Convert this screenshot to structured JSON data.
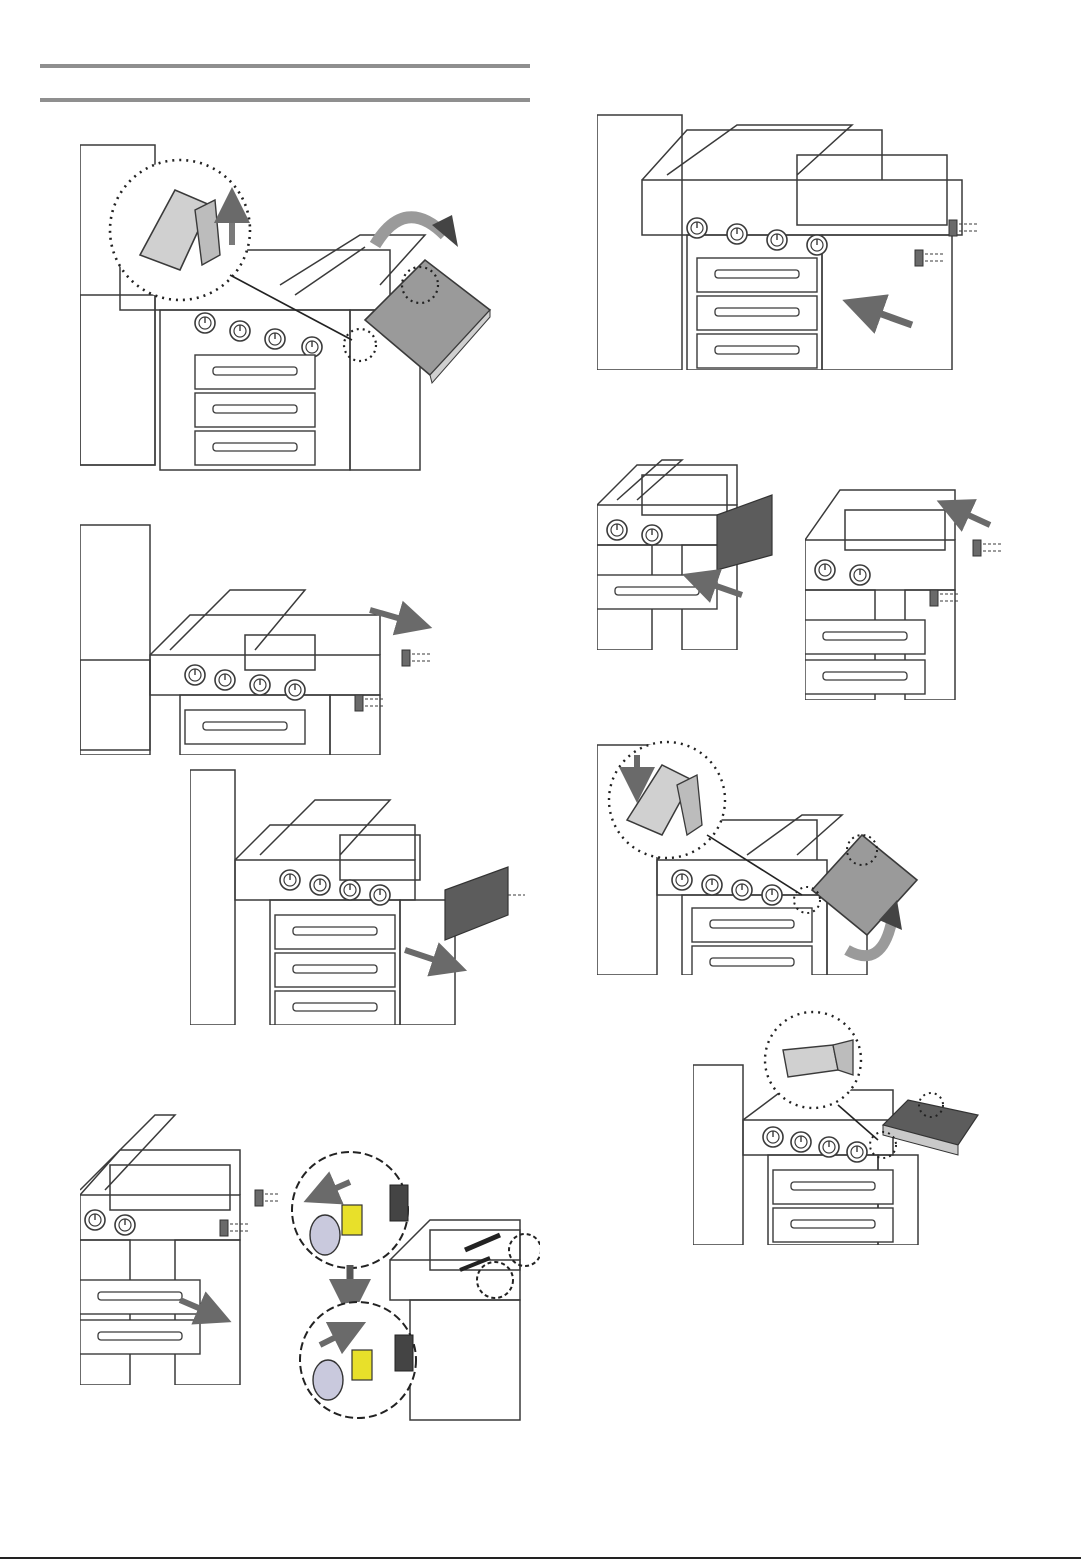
{
  "page": {
    "title": "",
    "header_rules": 2,
    "illustration_style": "line-art",
    "colors": {
      "line": "#3a3a3a",
      "panel_grey": "#9a9a9a",
      "panel_dark": "#5c5c5c",
      "arrow": "#6a6a6a",
      "connector_yellow": "#e8e02a",
      "rule": "#8f8f8f"
    }
  },
  "figures": [
    {
      "id": "fold-shelf-up",
      "shows": [
        "hinge-detail",
        "curved-arrow"
      ]
    },
    {
      "id": "slide-griddle-out",
      "shows": [
        "straight-arrow",
        "bracket-screws"
      ]
    },
    {
      "id": "remove-side-panel",
      "shows": [
        "dark-panel",
        "straight-arrow"
      ]
    },
    {
      "id": "slide-cart-right",
      "shows": [
        "straight-arrow",
        "bracket-screws"
      ]
    },
    {
      "id": "gas-connector",
      "shows": [
        "dashed-zoom-top",
        "dashed-zoom-bottom",
        "screwdriver"
      ]
    },
    {
      "id": "slide-griddle-in",
      "shows": [
        "straight-arrow",
        "bracket-screws"
      ]
    },
    {
      "id": "install-side-panel",
      "shows": [
        "dark-panel",
        "straight-arrow"
      ]
    },
    {
      "id": "install-bracket",
      "shows": [
        "straight-arrow",
        "bracket-screws"
      ]
    },
    {
      "id": "fold-shelf-down",
      "shows": [
        "hinge-detail",
        "curved-arrow"
      ]
    },
    {
      "id": "shelf-installed",
      "shows": [
        "hinge-detail"
      ]
    }
  ]
}
